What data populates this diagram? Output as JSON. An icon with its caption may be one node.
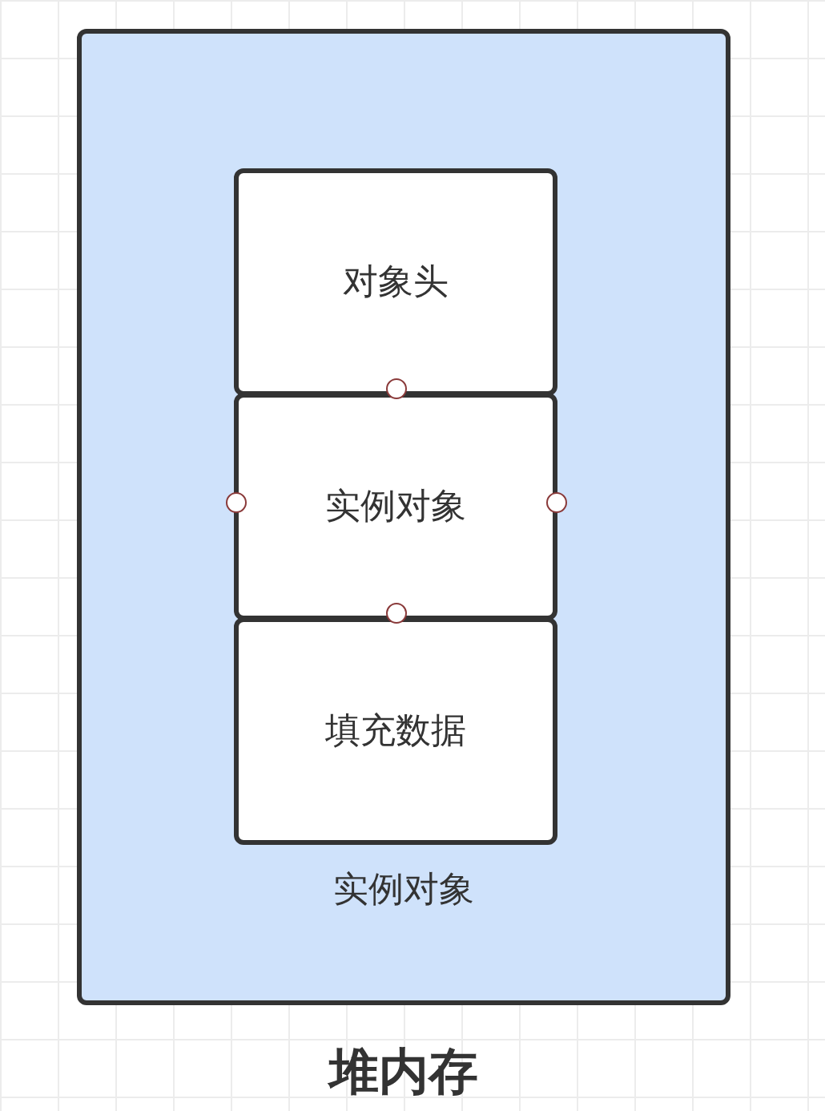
{
  "diagram": {
    "nodes": [
      {
        "text": [
          "实例对象",
          "堆内存"
        ]
      },
      {
        "text": [
          "对象头"
        ],
        "in": 0
      },
      {
        "text": [
          "实例对象"
        ],
        "in": 0
      },
      {
        "text": [
          "填充数据"
        ],
        "in": 0
      }
    ]
  }
}
